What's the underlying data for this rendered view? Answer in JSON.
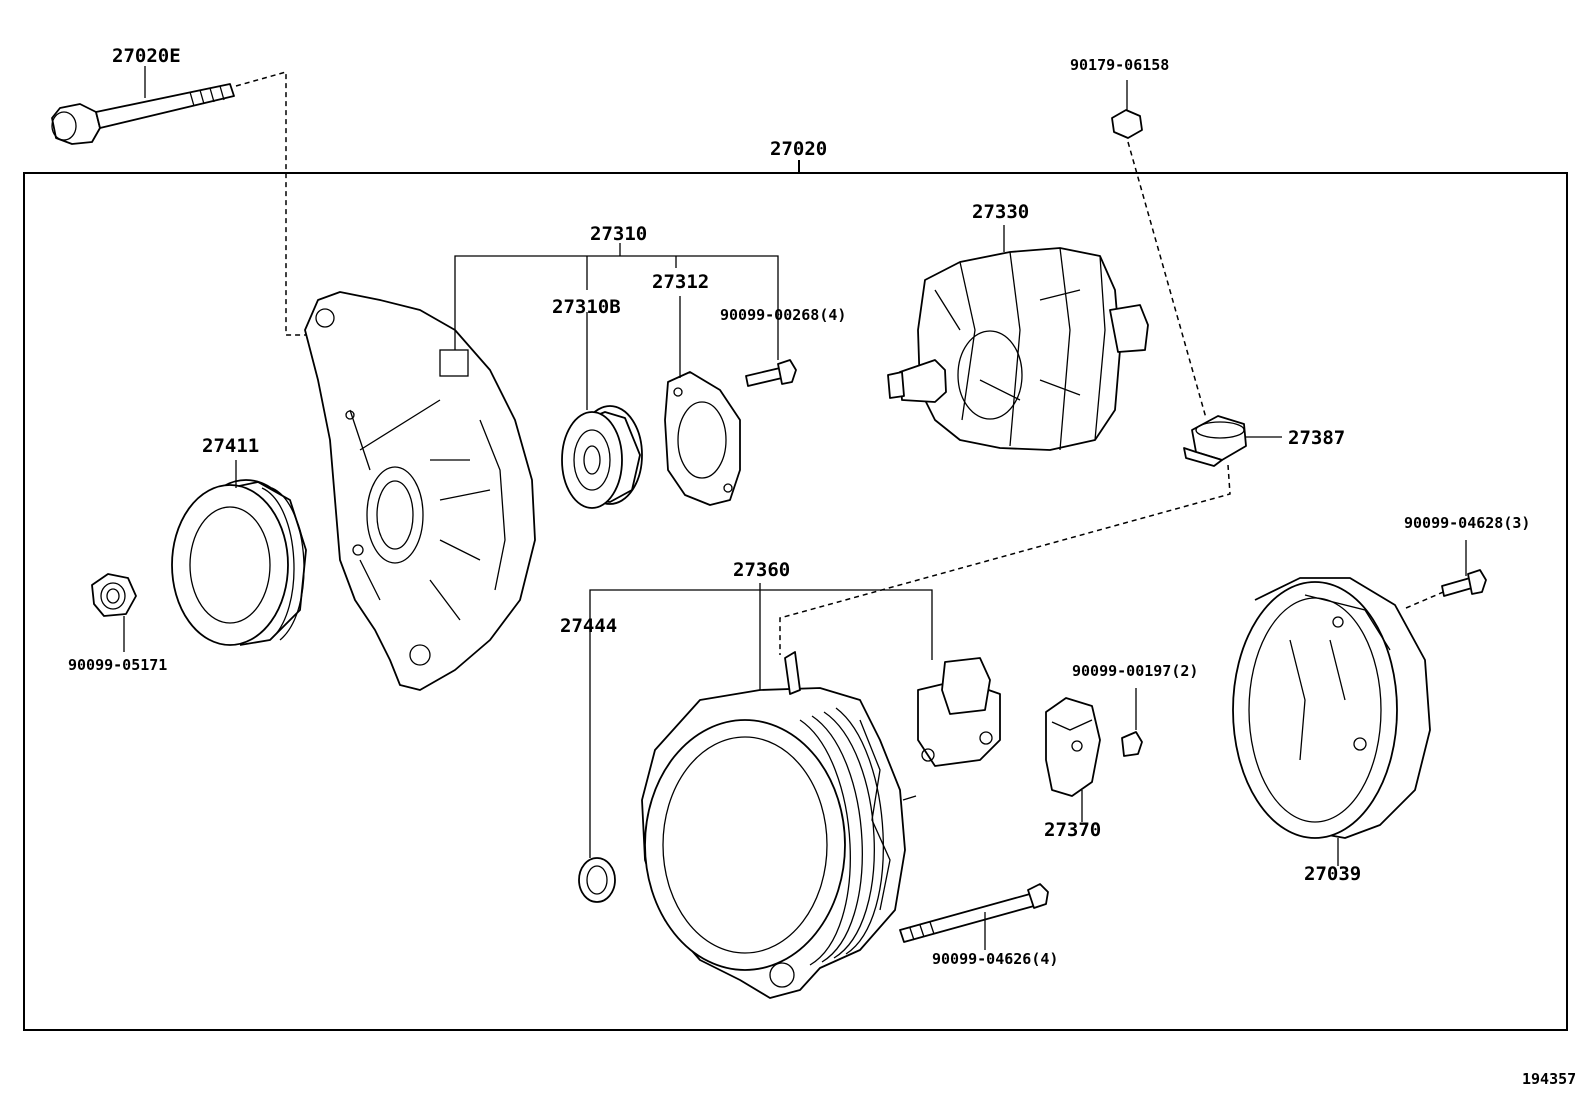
{
  "labels": {
    "l27020E": "27020E",
    "l27020": "27020",
    "l27310": "27310",
    "l27310B": "27310B",
    "l27312": "27312",
    "l90099_00268": "90099-00268(4)",
    "l27330": "27330",
    "l90179_06158": "90179-06158",
    "l27387": "27387",
    "l27411": "27411",
    "l90099_05171": "90099-05171",
    "l27360": "27360",
    "l27444": "27444",
    "l90099_00197": "90099-00197(2)",
    "l27370": "27370",
    "l90099_04628": "90099-04628(3)",
    "l27039": "27039",
    "l90099_04626": "90099-04626(4)",
    "figure_number": "194357"
  },
  "icons": [
    "bolt-icon",
    "drive-end-frame-icon",
    "bearing-icon",
    "retainer-plate-icon",
    "rotor-icon",
    "nut-icon",
    "pulley-icon",
    "stator-housing-icon",
    "regulator-icon",
    "brush-holder-icon",
    "rear-cover-icon",
    "insulator-icon",
    "washer-icon",
    "screw-icon"
  ]
}
